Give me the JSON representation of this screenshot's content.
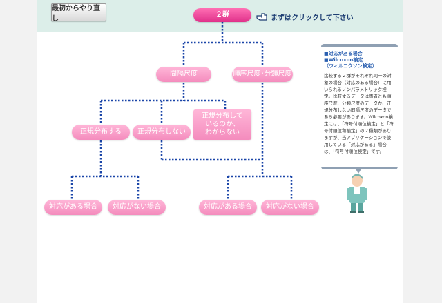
{
  "header": {
    "restart_label": "最初からやり直し",
    "hint_text": "まずはクリックして下さい"
  },
  "nodes": {
    "groups": "２群",
    "interval": "間隔尺度",
    "ordinal": "順序尺度･分類尺度",
    "normal": "正規分布する",
    "not_normal": "正規分布しない",
    "unknown_lines": [
      "正規分布して",
      "いるのか、",
      "わからない"
    ],
    "paired_1": "対応がある場合",
    "unpaired_1": "対応がない場合",
    "paired_2": "対応がある場合",
    "unpaired_2": "対応がない場合"
  },
  "info": {
    "title_lines": [
      "■対応がある場合",
      "■Wilcoxon検定",
      "（ウィルコクソン検定）"
    ],
    "body": "比較する２群がそれぞれ同一の対象の場合（対応のある場合）に用いられるノンパラメトリック検定。比較するデータは両者とも順序尺度、分類尺度のデータか、正規分布しない間隔尺度のデータである必要があります。Wilcoxon検定には、「符号付順位検定」と「符号付順位和検定」の２種類がありますが、当アプリケーションで使用している「対応がある」場合は、「符号付順位検定」です。"
  },
  "colors": {
    "header_bg": "#dceee9",
    "pill_pink": "#f48cbd",
    "pill_dark": "#e0308a",
    "line_blue": "#1a45a8",
    "info_title": "#2a5fb0"
  }
}
